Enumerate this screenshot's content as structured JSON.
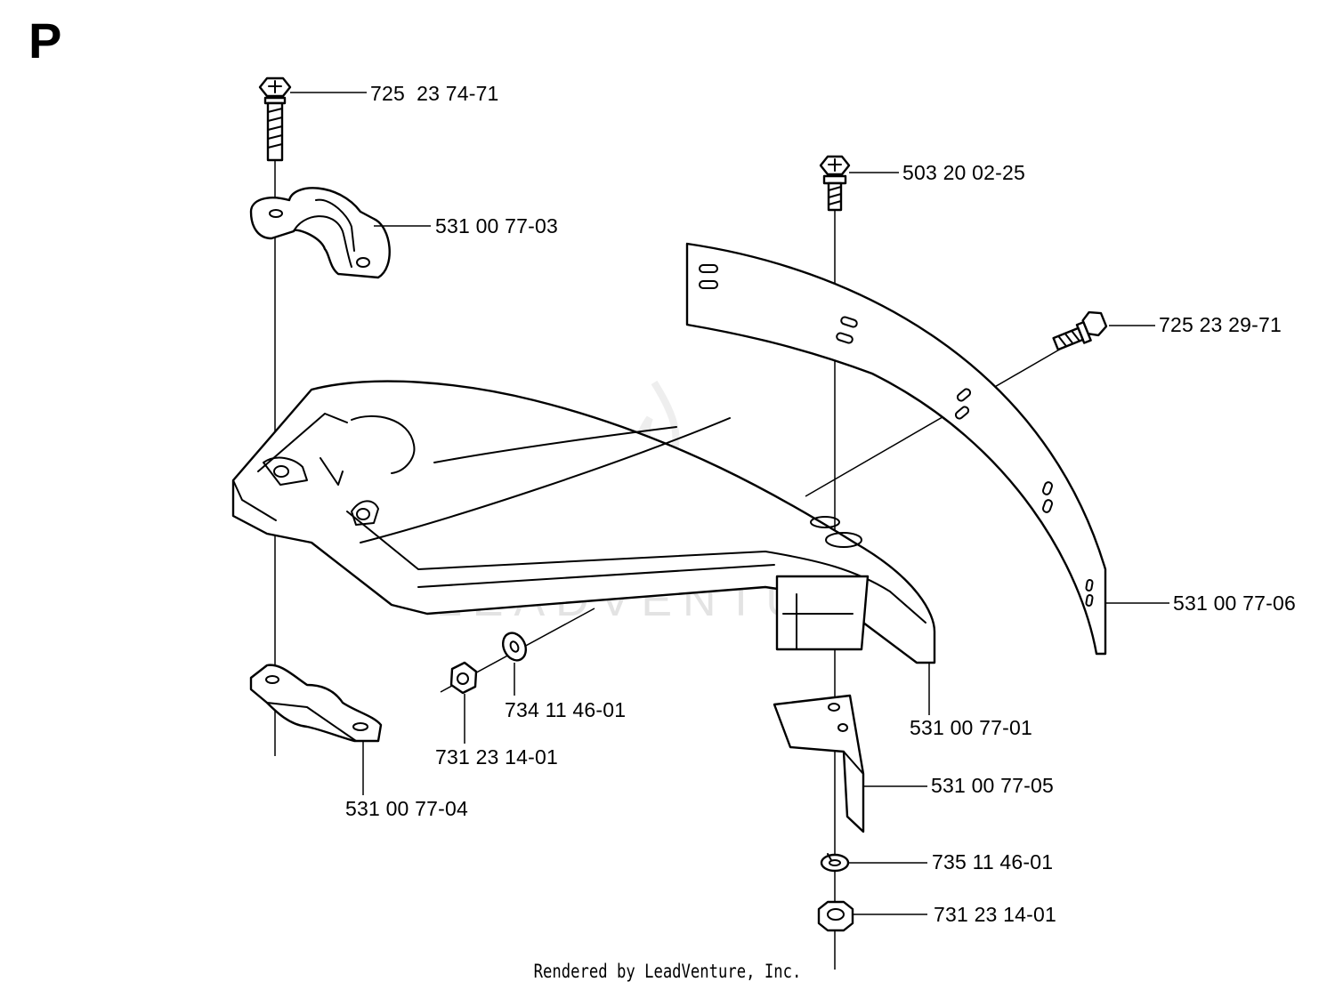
{
  "diagram": {
    "section_letter": "P",
    "footer": "Rendered by LeadVenture, Inc.",
    "watermark_text": "LEADVENTURE",
    "colors": {
      "line": "#000000",
      "background": "#ffffff",
      "watermark": "#d9d9d9"
    },
    "parts": [
      {
        "id": "screw-top-left",
        "number": "725  23 74-71"
      },
      {
        "id": "clamp-upper",
        "number": "531 00 77-03"
      },
      {
        "id": "screw-top-right",
        "number": "503 20 02-25"
      },
      {
        "id": "screw-right",
        "number": "725 23 29-71"
      },
      {
        "id": "guard-skirt",
        "number": "531 00 77-06"
      },
      {
        "id": "washer",
        "number": "734 11 46-01"
      },
      {
        "id": "nut-left",
        "number": "731 23 14-01"
      },
      {
        "id": "guard-body",
        "number": "531 00 77-01"
      },
      {
        "id": "bracket",
        "number": "531 00 77-05"
      },
      {
        "id": "clamp-lower",
        "number": "531 00 77-04"
      },
      {
        "id": "lock-washer",
        "number": "735 11 46-01"
      },
      {
        "id": "nut-bottom",
        "number": "731 23 14-01"
      }
    ]
  }
}
